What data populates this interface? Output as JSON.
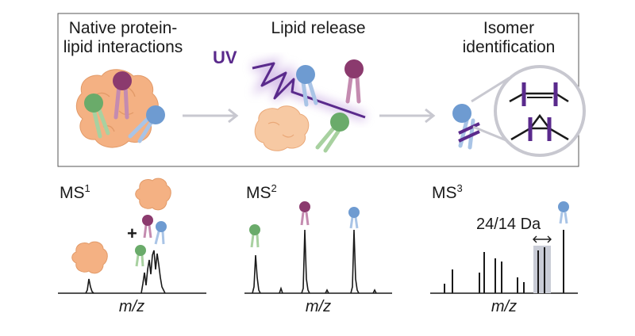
{
  "panels": [
    {
      "title_line1": "Native protein-",
      "title_line2": "lipid interactions",
      "ms_base": "MS",
      "ms_exp": "1",
      "xlabel": "m/z"
    },
    {
      "title_line1": "Lipid release",
      "title_line2": "",
      "ms_base": "MS",
      "ms_exp": "2",
      "xlabel": "m/z"
    },
    {
      "title_line1": "Isomer",
      "title_line2": "identification",
      "ms_base": "MS",
      "ms_exp": "3",
      "xlabel": "m/z"
    }
  ],
  "uv_label": "UV",
  "plus_sign": "+",
  "delta_label": "24/14 Da",
  "colors": {
    "protein": "#f4b183",
    "lipid_green": "#6aab6a",
    "lipid_purple": "#8b3a6e",
    "lipid_blue": "#6e9bd1",
    "uv_beam": "#5a2a8c",
    "arrow": "#c8c8d0",
    "highlight": "#c9ccd6"
  }
}
